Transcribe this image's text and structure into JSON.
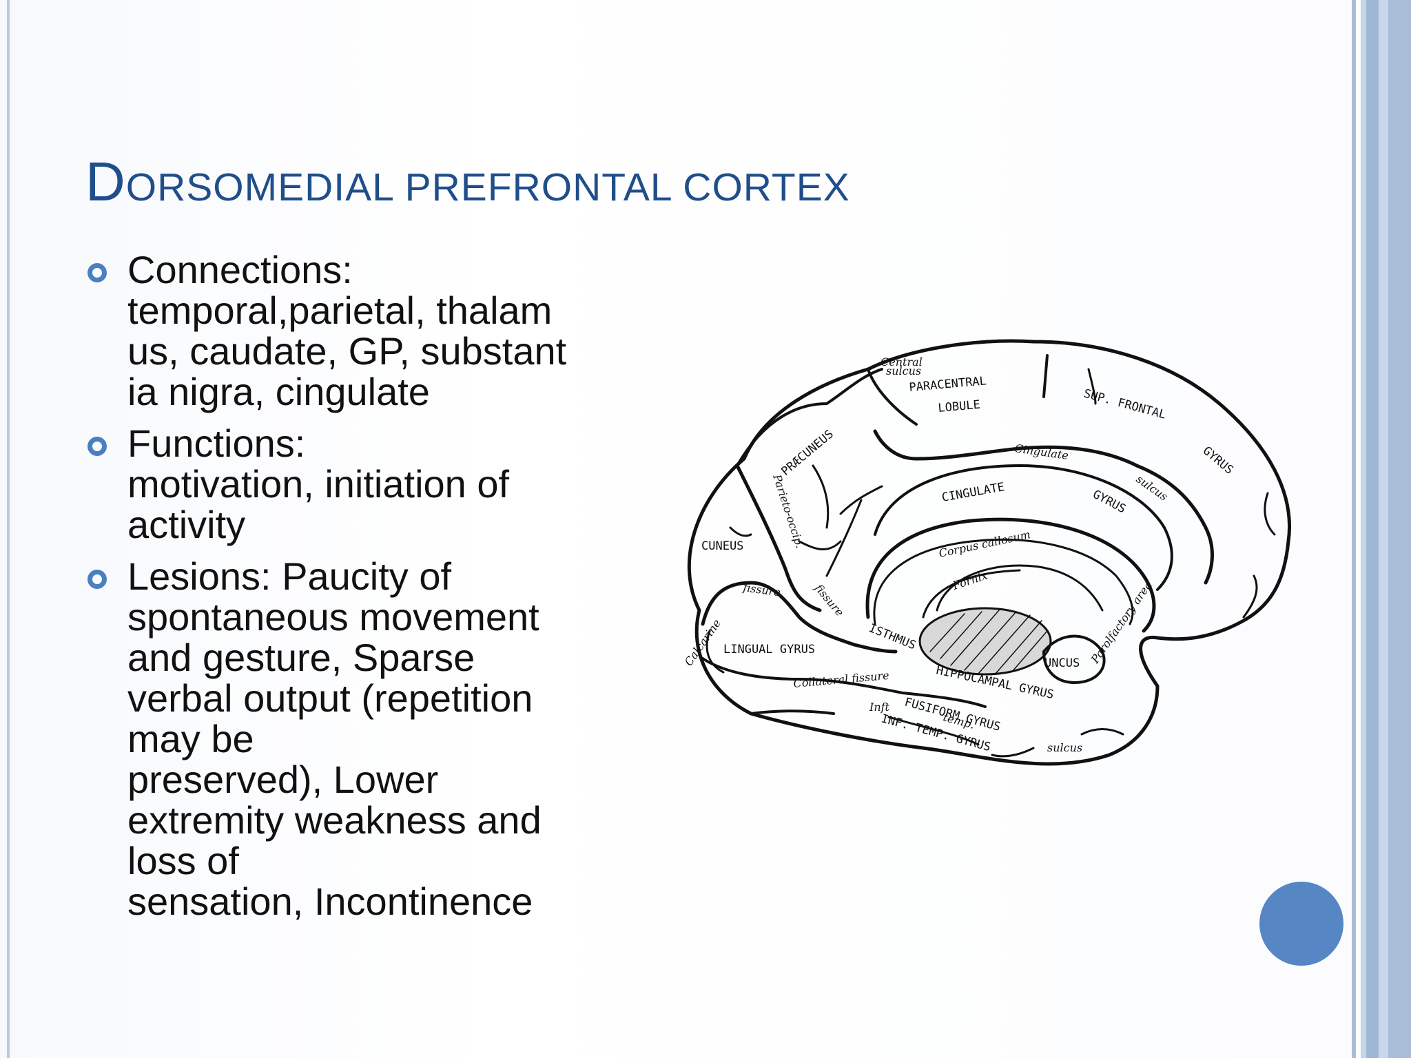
{
  "slide": {
    "title_first_letter": "D",
    "title_rest": "ORSOMEDIAL PREFRONTAL CORTEX"
  },
  "bullets": [
    {
      "text": "Connections:\ntemporal,parietal, thalam\nus, caudate, GP, substant\nia nigra, cingulate"
    },
    {
      "text": "Functions:\nmotivation, initiation of\nactivity"
    },
    {
      "text": "Lesions: Paucity of\nspontaneous movement\nand gesture, Sparse\nverbal output (repetition\nmay be\npreserved), Lower\nextremity weakness and\nloss of\nsensation, Incontinence"
    }
  ],
  "brain_labels": {
    "central_sulcus_1": "Central",
    "central_sulcus_2": "sulcus",
    "paracentral": "PARACENTRAL",
    "lobule": "LOBULE",
    "sup_frontal": "SUP. FRONTAL",
    "gyrus_top": "GYRUS",
    "cingulate_sulcus_1": "Cingulate",
    "cingulate_sulcus_2": "sulcus",
    "cingulate_gyrus_1": "CINGULATE",
    "cingulate_gyrus_2": "GYRUS",
    "praecuneus": "PRÆCUNEUS",
    "parieto_occip": "Parieto-occip.",
    "cuneus": "CUNEUS",
    "corpus_callosum": "Corpus callosum",
    "fornix": "Fornix",
    "fissure_1": "fissure",
    "fissure_2": "fissure",
    "calcarine": "Calcarine",
    "isthmus": "ISTHMUS",
    "lingual_gyrus": "LINGUAL GYRUS",
    "collateral_fissure": "Collateral fissure",
    "hippocampal_gyrus": "HIPPOCAMPAL GYRUS",
    "uncus": "UNCUS",
    "parolfactory_area": "Parolfactory area",
    "inft_temp_sulcus_1": "Inft",
    "inft_temp_sulcus_2": "temp.",
    "inft_temp_sulcus_3": "sulcus",
    "fusiform_gyrus": "FUSIFORM GYRUS",
    "inf_temp_gyrus": "INF. TEMP. GYRUS"
  }
}
